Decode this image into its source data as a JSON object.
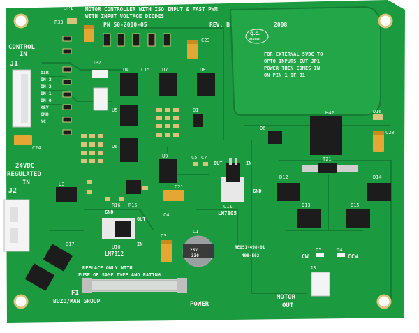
{
  "board": {
    "title_line1": "MOTOR CONTROLLER WITH ISO INPUT & FAST PWM",
    "title_line2": "WITH INPUT VOLTAGE DIODES",
    "part_number": "PN 50-2000-05",
    "revision": "REV. B",
    "year": "2008",
    "qc_label1": "Q.C.",
    "qc_label2": "PASSED",
    "note_line1": "FOR EXTERNAL 5VDC TO",
    "note_line2": "OPTO INPUTS CUT JP1",
    "note_line3": "POWER THEN COMES IN",
    "note_line4": "ON PIN 1 OF J1",
    "control_in_line1": "CONTROL",
    "control_in_line2": "IN",
    "j1_label": "J1",
    "input_pins": [
      "DIR",
      "IN 3",
      "IN 2",
      "IN 1",
      "IN 0",
      "KEY",
      "GND",
      "NC"
    ],
    "power_in_line1": "24VDC",
    "power_in_line2": "REGULATED",
    "power_in_line3": "IN",
    "j2_label": "J2",
    "fuse_label": "F1",
    "fuse_note_line1": "REPLACE ONLY WITH",
    "fuse_note_line2": "FUSE OF SAME TYPE AND RATING",
    "fuse_brand": "BUZO/MAN GROUP",
    "power_label": "POWER",
    "motor_out_line1": "MOTOR",
    "motor_out_line2": "OUT",
    "j3_label": "J3",
    "regulator1_out": "OUT",
    "regulator1_in": "IN",
    "regulator1_gnd": "GND",
    "regulator1_name": "U11",
    "regulator1_part": "LM7805",
    "regulator2_gnd": "GND",
    "regulator2_out": "OUT",
    "regulator2_in": "IN",
    "regulator2_name": "U10",
    "regulator2_part": "LM7812",
    "cw_label": "CW",
    "ccw_label": "CCW",
    "code1": "RE051-498-01",
    "code2": "498-E02",
    "designators": {
      "jp1": "JP1",
      "r33": "R33",
      "jp2": "JP2",
      "u4": "U4",
      "u5": "U5",
      "u6": "U6",
      "u7": "U7",
      "u8": "U8",
      "u9": "U9",
      "u3": "U3",
      "c15": "C15",
      "c23": "C23",
      "c24": "C24",
      "c20": "C20",
      "c5": "C5",
      "c7": "C7",
      "c21": "C21",
      "c3": "C3",
      "c1": "C1",
      "c4": "C4",
      "d6": "D6",
      "d12": "D12",
      "d13": "D13",
      "d14": "D14",
      "d15": "D15",
      "d16": "D16",
      "d17": "D17",
      "d4": "D4",
      "d5": "D5",
      "t21": "T21",
      "h42": "H42",
      "r15": "R15",
      "r16": "R16",
      "q1": "Q1"
    },
    "cap_marking1": "25V",
    "cap_marking2": "330"
  },
  "colors": {
    "background": "#ffffff",
    "pcb": "#1b9a3f",
    "pcb_dark": "#157d33",
    "silkscreen": "#f2f7ef",
    "ic_body": "#1c1c1c",
    "pad_gold": "#d9c27a",
    "tantalum": "#e6a634",
    "connector": "#f4f4f4",
    "fuse_glass": "#d8dcd8"
  }
}
